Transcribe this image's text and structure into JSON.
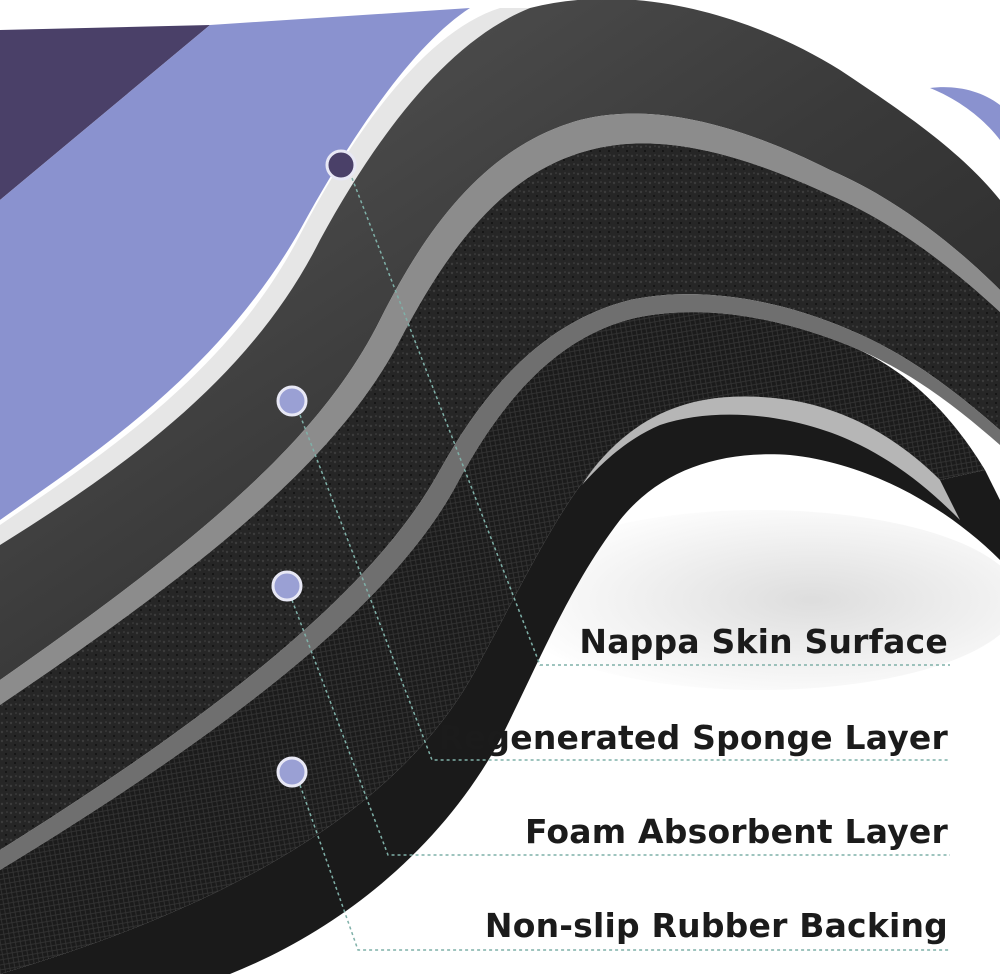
{
  "diagram": {
    "layers": [
      {
        "label": "Nappa Skin Surface"
      },
      {
        "label": "Regenerated Sponge Layer"
      },
      {
        "label": "Foam Absorbent Layer"
      },
      {
        "label": "Non-slip Rubber Backing"
      }
    ]
  },
  "colors": {
    "surface_purple": "#8a92cf",
    "surface_dark_purple": "#4a4068",
    "edge_gray": "#b6b6b6",
    "layer_black": "#151515",
    "sponge_black": "#262626",
    "mesh_black": "#1c1c1c",
    "marker_fill": "#9aa0d4",
    "leader_line": "#7fb0a8"
  }
}
